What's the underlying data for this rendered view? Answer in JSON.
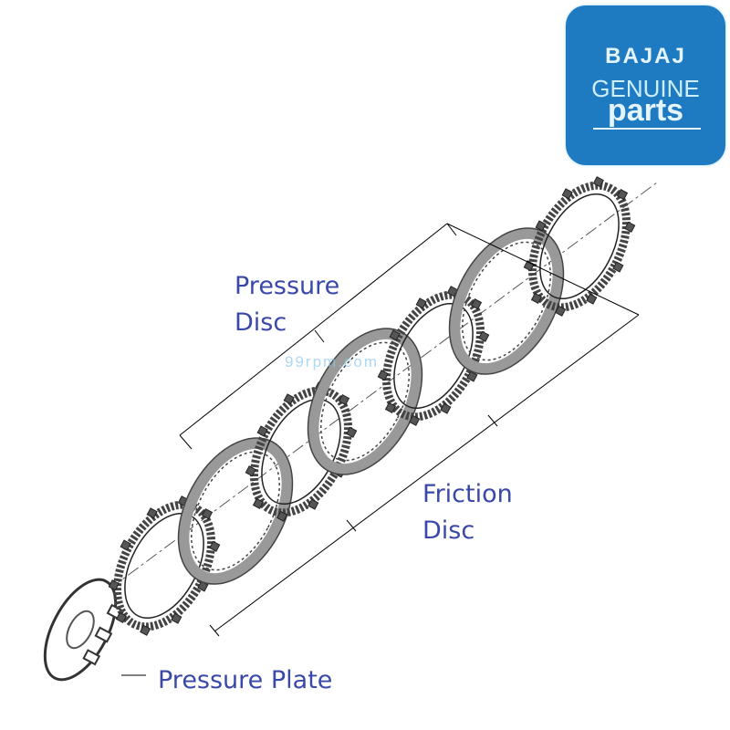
{
  "logo": {
    "brand": "BAJAJ",
    "line1": "GENUINE",
    "line2": "parts",
    "color": "#1f7bc1"
  },
  "labels": {
    "pressure_disc": "Pressure\nDisc",
    "friction_disc": "Friction\nDisc",
    "pressure_plate": "Pressure Plate"
  },
  "watermark": "99rpm.com",
  "label_color": "#3a48a8"
}
